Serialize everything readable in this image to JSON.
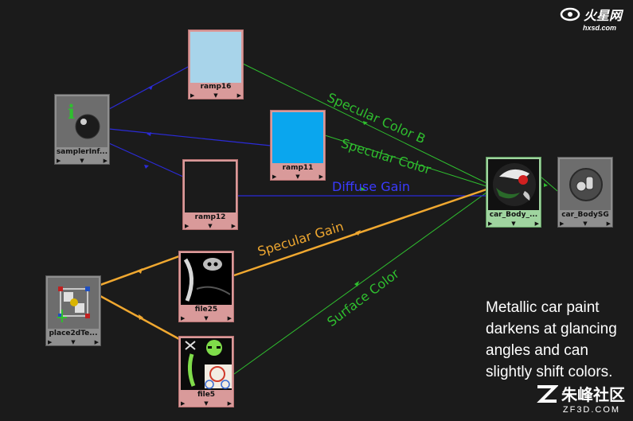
{
  "nodes": {
    "ramp16": {
      "label": "ramp16",
      "swatch": "#a8d4ea"
    },
    "ramp11": {
      "label": "ramp11",
      "swatch": "#0aa6ee"
    },
    "ramp12": {
      "label": "ramp12",
      "swatch": "#1b1b1b"
    },
    "sampler": {
      "label": "samplerInf..."
    },
    "file25": {
      "label": "file25"
    },
    "file5": {
      "label": "file5"
    },
    "place2d": {
      "label": "place2dTe..."
    },
    "carbody": {
      "label": "car_Body_..."
    },
    "carbodysg": {
      "label": "car_BodySG"
    }
  },
  "wire_labels": {
    "specular_color_b": "Specular Color B",
    "specular_color": "Specular Color",
    "diffuse_gain": "Diffuse Gain",
    "specular_gain": "Specular Gain",
    "surface_color": "Surface Color"
  },
  "note": {
    "line1": "Metallic car paint",
    "line2": "darkens at glancing",
    "line3": "angles and can",
    "line4": "slightly shift colors."
  },
  "watermark_top": {
    "brand": "火星网",
    "domain": "hxsd.com"
  },
  "watermark_bottom": {
    "brand": "朱峰社区",
    "domain": "ZF3D.COM"
  },
  "node_bar": {
    "left": "▶",
    "mid": "▼",
    "right": "▶"
  },
  "colors": {
    "green_wire": "#2fbf2f",
    "blue_wire": "#2b2bd8",
    "orange_wire": "#f0a830",
    "pink_node": "#d99a9a",
    "green_node": "#9fd49f"
  }
}
